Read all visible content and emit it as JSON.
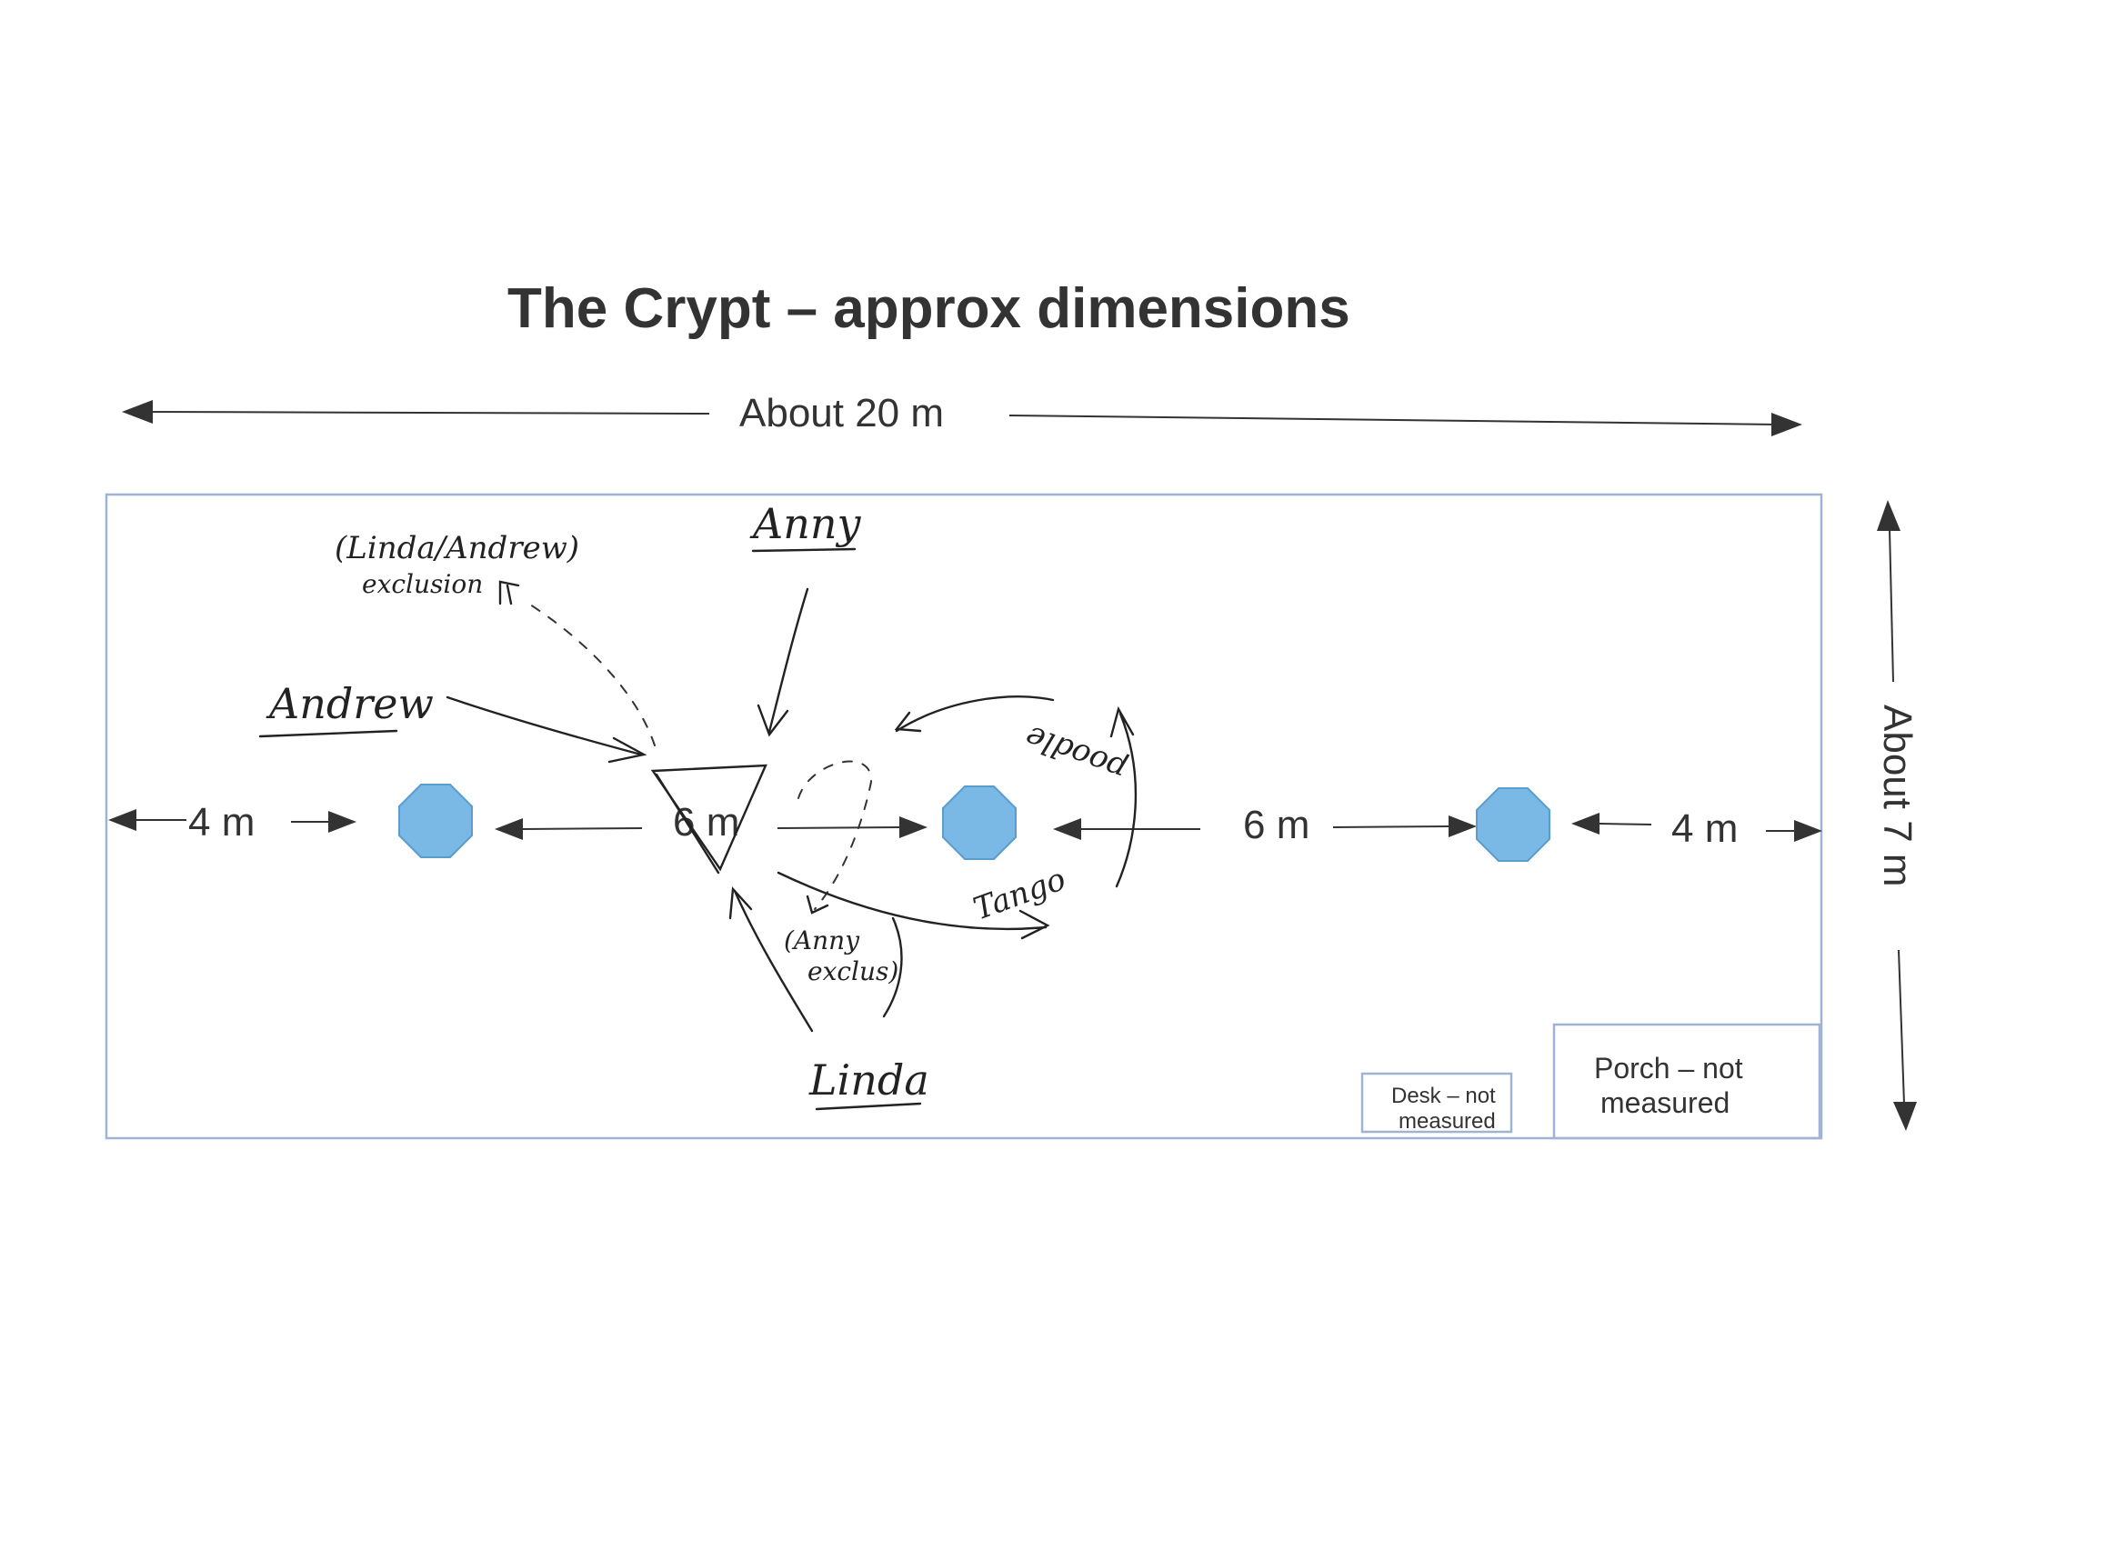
{
  "title": "The Crypt – approx dimensions",
  "dimensions": {
    "length_label": "About 20 m",
    "width_label": "About 7 m",
    "segments": [
      "4 m",
      "6 m",
      "6 m",
      "4 m"
    ]
  },
  "boxes": {
    "desk_line1": "Desk – not",
    "desk_line2": "measured",
    "porch_line1": "Porch – not",
    "porch_line2": "measured"
  },
  "handwritten": {
    "exclusion_line1": "(Linda/Andrew)",
    "exclusion_line2": "exclusion",
    "anny": "Anny",
    "andrew": "Andrew",
    "linda": "Linda",
    "anny_exclus_line1": "(Anny",
    "anny_exclus_line2": "exclus)",
    "tango": "Tango",
    "poodle": "poodle"
  },
  "colors": {
    "pillar": "#7ab8e6",
    "pillar_edge": "#5a9ccc",
    "frame": "#9fb4d2",
    "ink": "#222222",
    "text": "#333333"
  },
  "icons": {
    "pillar": "octagon-icon",
    "marker": "triangle-icon"
  }
}
